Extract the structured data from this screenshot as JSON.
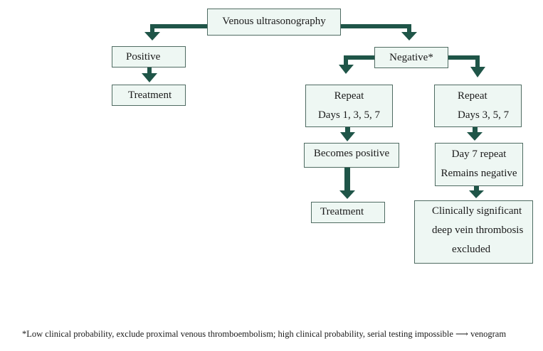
{
  "diagram": {
    "root": "Venous ultrasonography",
    "positive": "Positive",
    "treatment_left": "Treatment",
    "negative": "Negative*",
    "repeat_a": {
      "line1": "Repeat",
      "line2": "Days 1, 3, 5, 7"
    },
    "repeat_b": {
      "line1": "Repeat",
      "line2": "Days 3, 5, 7"
    },
    "becomes_positive": "Becomes positive",
    "day7": {
      "line1": "Day 7 repeat",
      "line2": "Remains negative"
    },
    "treatment_right": "Treatment",
    "excluded": {
      "line1": "Clinically significant",
      "line2": "deep vein thrombosis",
      "line3": "excluded"
    }
  },
  "footnote": {
    "text": "*Low clinical probability, exclude proximal venous thromboembolism; high clinical probability, serial testing impossible",
    "arrow": "⟶",
    "result": "venogram"
  },
  "colors": {
    "connector": "#1f5548",
    "box_fill": "#eef7f3",
    "box_border": "#4f6b62"
  }
}
